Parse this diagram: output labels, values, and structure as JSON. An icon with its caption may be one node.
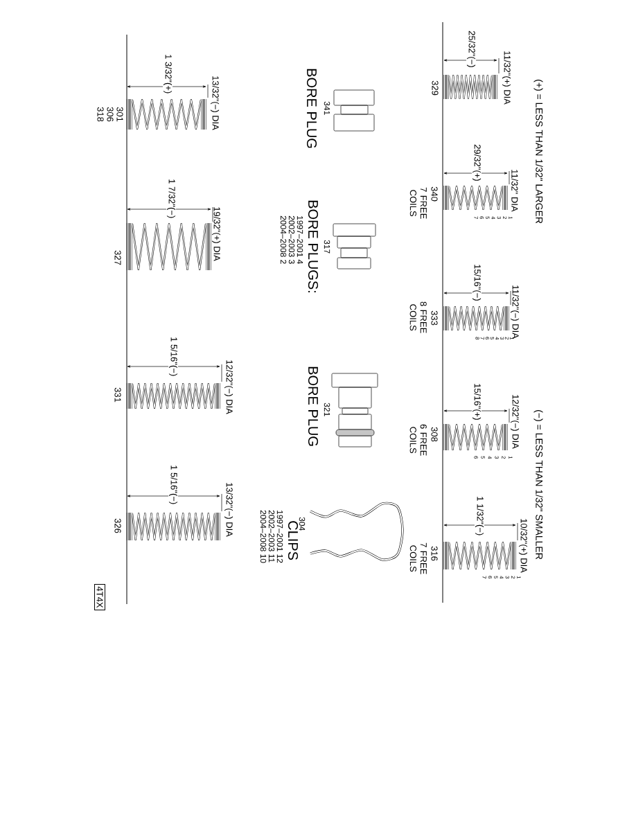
{
  "diagram": {
    "nodes": [
      {
        "text": [
          "4T4X"
        ]
      }
    ],
    "labels": [
      "(+) = LESS THAN 1/32\" LARGER",
      "(−) = LESS THAN 1/32\" SMALLER",
      "11/32\"(+) DIA",
      "25/32\"(−)",
      "329",
      "11/32\" DIA",
      "29/32\"(+)",
      "1",
      "2",
      "3",
      "4",
      "5",
      "6",
      "7",
      "340",
      "7 FREE COILS",
      "11/32\"(−) DIA",
      "15/16\"(−)",
      "1",
      "2",
      "3",
      "4",
      "5",
      "6",
      "7",
      "8",
      "333",
      "8 FREE COILS",
      "12/32\"(−) DIA",
      "15/16\"(+)",
      "1",
      "2",
      "3",
      "4",
      "5",
      "6",
      "308",
      "6 FREE COILS",
      "10/32\"(+) DIA",
      "1 1/32\"(−)",
      "1",
      "2",
      "3",
      "4",
      "5",
      "6",
      "7",
      "316",
      "7 FREE COILS",
      "341",
      "BORE PLUG",
      "317",
      "BORE PLUGS:",
      "1997–2001 4",
      "2002–2003 3",
      "2004–2008 2",
      "321",
      "BORE PLUG",
      "304",
      "CLIPS",
      "1997–2001 12",
      "2002–2003 11",
      "2004–2008 10",
      "13/32\"(−) DIA",
      "1 3/32\"(+)",
      "301",
      "306",
      "318",
      "19/32\"(+) DIA",
      "1 7/32\"(−)",
      "327",
      "12/32\"(−) DIA",
      "1 5/16\"(−)",
      "331",
      "13/32\"(−) DIA",
      "1 5/16\"(−)",
      "326"
    ]
  }
}
